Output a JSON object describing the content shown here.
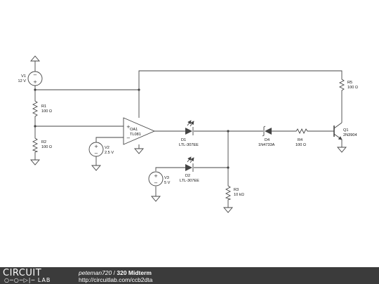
{
  "circuit": {
    "components": {
      "V1": {
        "ref": "V1",
        "value": "12 V"
      },
      "R1": {
        "ref": "R1",
        "value": "100 Ω"
      },
      "R2": {
        "ref": "R2",
        "value": "100 Ω"
      },
      "V2": {
        "ref": "V2",
        "value": "2.5 V"
      },
      "OA1": {
        "ref": "OA1",
        "value": "TL081"
      },
      "D1": {
        "ref": "D1",
        "value": "LTL-307EE"
      },
      "D2": {
        "ref": "D2",
        "value": "LTL-307EE"
      },
      "V3": {
        "ref": "V3",
        "value": "5 V"
      },
      "R3": {
        "ref": "R3",
        "value": "10 kΩ"
      },
      "D4": {
        "ref": "D4",
        "value": "1N4733A"
      },
      "R4": {
        "ref": "R4",
        "value": "100 Ω"
      },
      "R5": {
        "ref": "R5",
        "value": "100 Ω"
      },
      "Q1": {
        "ref": "Q1",
        "value": "2N3904"
      }
    }
  },
  "footer": {
    "logo_top": "CIRCUIT",
    "logo_bottom": "LAB",
    "author": "peteman720",
    "separator": " / ",
    "title": "320 Midterm",
    "url": "http://circuitlab.com/ccb2dta"
  }
}
